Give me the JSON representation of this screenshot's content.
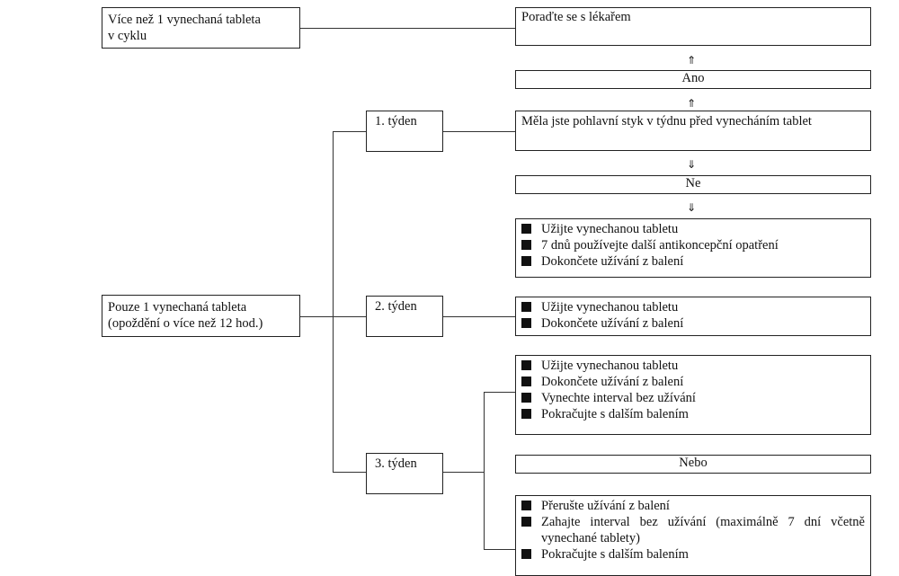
{
  "left": {
    "multi_missed": [
      "Více než 1 vynechaná tableta",
      "v cyklu"
    ],
    "single_missed": [
      "Pouze 1 vynechaná tableta",
      "(opoždění o více než 12 hod.)"
    ]
  },
  "weeks": {
    "w1": "1. týden",
    "w2": "2. týden",
    "w3": "3. týden"
  },
  "right": {
    "consult": "Poraďte se s lékařem",
    "yes": "Ano",
    "question": "Měla jste pohlavní styk v týdnu před vynecháním tablet",
    "no": "Ne",
    "or": "Nebo",
    "arrow_up": "⇑",
    "arrow_down": "⇓"
  },
  "lists": {
    "week1": [
      "Užijte vynechanou tabletu",
      "7 dnů používejte další antikoncepční opatření",
      "Dokončete užívání z balení"
    ],
    "week2": [
      "Užijte vynechanou tabletu",
      "Dokončete užívání z balení"
    ],
    "week3_a": [
      "Užijte vynechanou tabletu",
      "Dokončete užívání z balení",
      "Vynechte interval bez užívání",
      "Pokračujte s dalším balením"
    ],
    "week3_b": [
      "Přerušte užívání z balení",
      "Zahajte interval bez užívání (maximálně 7 dní včetně vynechané tablety)",
      "Pokračujte s dalším balením"
    ]
  }
}
